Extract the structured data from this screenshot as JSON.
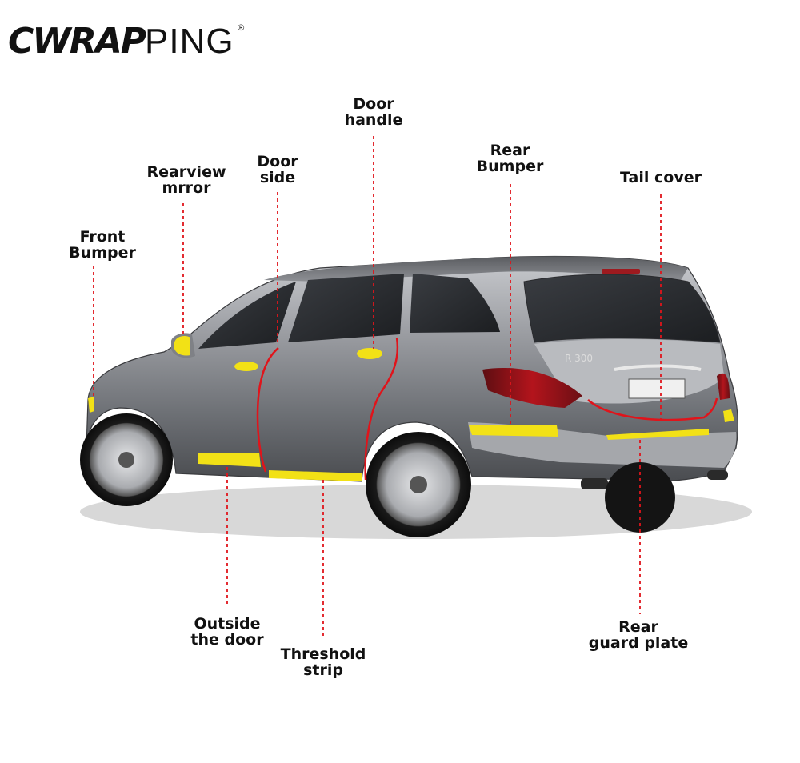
{
  "brand": {
    "name_bold": "CWRAP",
    "name_light": "PING",
    "registered": "®"
  },
  "vehicle": {
    "badge": "R 300"
  },
  "colors": {
    "highlight": "#f2e116",
    "leader": "#e0141b",
    "outline": "#e0141b",
    "body": "#8a8c90",
    "text": "#111111"
  },
  "callouts": [
    {
      "id": "front-bumper",
      "line1": "Front",
      "line2": "Bumper"
    },
    {
      "id": "rearview-mirror",
      "line1": "Rearview",
      "line2": "mrror"
    },
    {
      "id": "door-side",
      "line1": "Door",
      "line2": "side"
    },
    {
      "id": "door-handle",
      "line1": "Door",
      "line2": "handle"
    },
    {
      "id": "rear-bumper",
      "line1": "Rear",
      "line2": "Bumper"
    },
    {
      "id": "tail-cover",
      "line1": "Tail cover",
      "line2": ""
    },
    {
      "id": "outside-door",
      "line1": "Outside",
      "line2": "the door"
    },
    {
      "id": "threshold-strip",
      "line1": "Threshold",
      "line2": "strip"
    },
    {
      "id": "rear-guard-plate",
      "line1": "Rear",
      "line2": "guard plate"
    }
  ]
}
